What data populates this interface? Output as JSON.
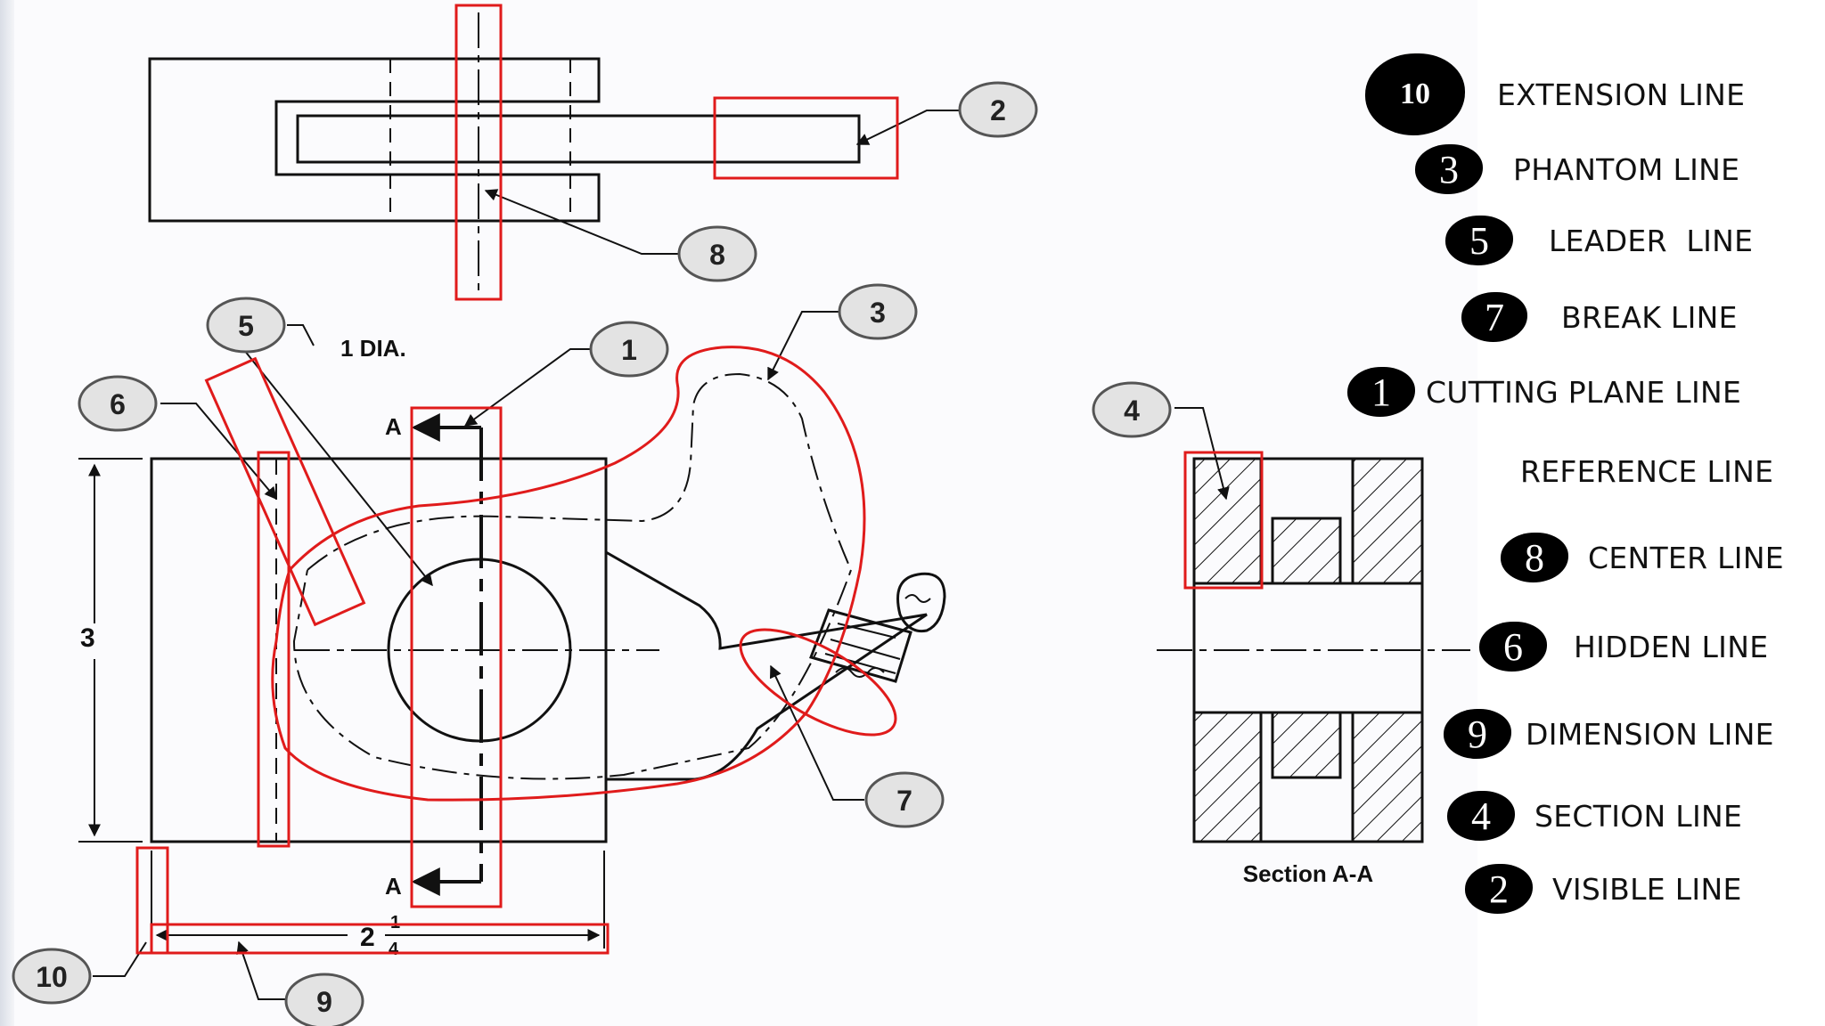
{
  "drawing": {
    "callouts": [
      {
        "id": "callout-2",
        "label": "2"
      },
      {
        "id": "callout-8",
        "label": "8"
      },
      {
        "id": "callout-5",
        "label": "5"
      },
      {
        "id": "callout-1",
        "label": "1"
      },
      {
        "id": "callout-3",
        "label": "3"
      },
      {
        "id": "callout-6",
        "label": "6"
      },
      {
        "id": "callout-4",
        "label": "4"
      },
      {
        "id": "callout-7",
        "label": "7"
      },
      {
        "id": "callout-10",
        "label": "10"
      },
      {
        "id": "callout-9",
        "label": "9"
      }
    ],
    "dia_note": "1 DIA.",
    "cut_label_top": "A",
    "cut_label_bottom": "A",
    "dim_height": "3",
    "dim_width_whole": "2",
    "dim_width_num": "1",
    "dim_width_den": "4",
    "section_title": "Section A-A"
  },
  "legend": [
    {
      "badge": "10",
      "label": "EXTENSION LINE"
    },
    {
      "badge": "3",
      "label": "PHANTOM LINE"
    },
    {
      "badge": "5",
      "label": "LEADER  LINE"
    },
    {
      "badge": "7",
      "label": "BREAK LINE"
    },
    {
      "badge": "1",
      "label": "CUTTING PLANE LINE"
    },
    {
      "badge": "",
      "label": "REFERENCE LINE"
    },
    {
      "badge": "8",
      "label": "CENTER LINE"
    },
    {
      "badge": "6",
      "label": "HIDDEN LINE"
    },
    {
      "badge": "9",
      "label": "DIMENSION LINE"
    },
    {
      "badge": "4",
      "label": "SECTION LINE"
    },
    {
      "badge": "2",
      "label": "VISIBLE LINE"
    }
  ],
  "colors": {
    "annotation": "#e01b1b",
    "line": "#111111",
    "callout_fill": "#e3e3e3"
  }
}
